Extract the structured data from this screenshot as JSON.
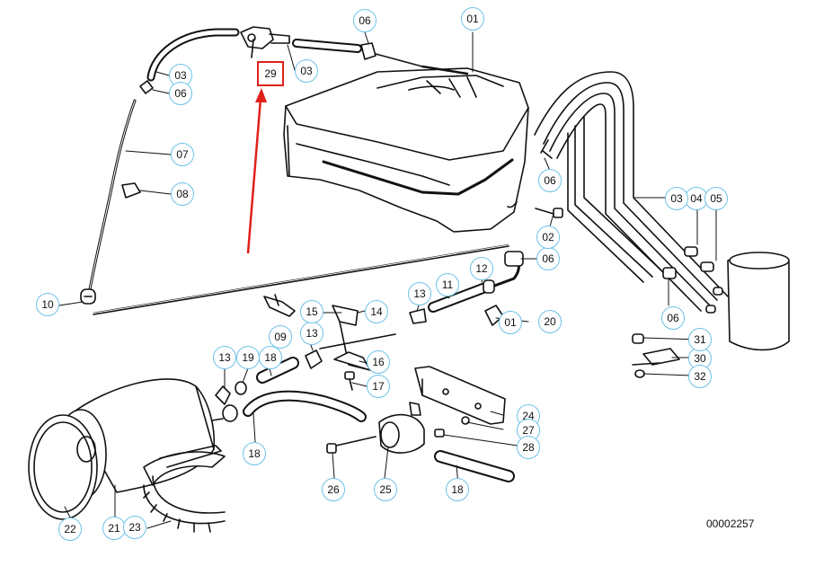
{
  "diagram": {
    "highlighted_part": "29",
    "code": "00002257",
    "accent_color": "#e0201b",
    "callout_color": "#6fc2e8"
  },
  "callouts": [
    "01",
    "03",
    "03",
    "04",
    "05",
    "06",
    "06",
    "06",
    "06",
    "06",
    "07",
    "08",
    "10",
    "11",
    "12",
    "13",
    "13",
    "13",
    "14",
    "15",
    "16",
    "17",
    "18",
    "18",
    "18",
    "19",
    "01",
    "20",
    "21",
    "22",
    "23",
    "24",
    "25",
    "26",
    "27",
    "28",
    "09",
    "30",
    "31",
    "32",
    "02",
    "03"
  ]
}
